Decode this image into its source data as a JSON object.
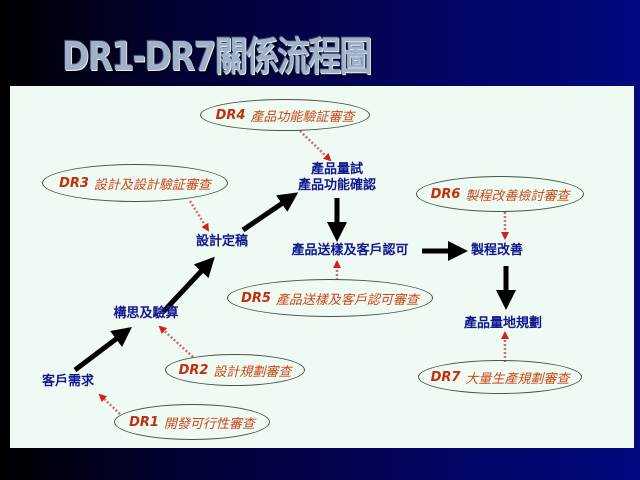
{
  "title": "DR1-DR7關係流程圖",
  "nodes": {
    "customer_needs": "客戶需求",
    "concept": "構思及驗算",
    "design_final": "設計定稿",
    "trial_1": "產品量試",
    "trial_2": "產品功能確認",
    "sample": "產品送樣及客戶認可",
    "process": "製程改善",
    "mass_plan": "產品量地規劃"
  },
  "reviews": [
    {
      "code": "DR1",
      "label": "開發可行性審查"
    },
    {
      "code": "DR2",
      "label": "設計規劃審查"
    },
    {
      "code": "DR3",
      "label": "設計及設計驗証審查"
    },
    {
      "code": "DR4",
      "label": "產品功能驗証審查"
    },
    {
      "code": "DR5",
      "label": "產品送樣及客戶認可審查"
    },
    {
      "code": "DR6",
      "label": "製程改善檢討審查"
    },
    {
      "code": "DR7",
      "label": "大量生產規劃審查"
    }
  ],
  "colors": {
    "node_text": "#101890",
    "review_text": "#c84818",
    "flow_arrow": "#000000",
    "review_arrow": "#d02020"
  }
}
